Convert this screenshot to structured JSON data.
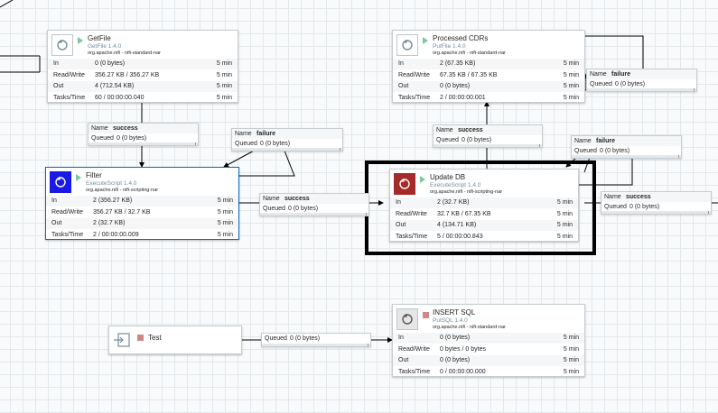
{
  "labels": {
    "in": "In",
    "read_write": "Read/Write",
    "out": "Out",
    "tasks_time": "Tasks/Time",
    "name": "Name",
    "queued": "Queued",
    "time_window": "5 min"
  },
  "processors": {
    "getfile": {
      "name": "GetFile",
      "type": "GetFile 1.4.0",
      "bundle": "org.apache.nifi - nifi-standard-nar",
      "in": "0 (0 bytes)",
      "rw": "356.27 KB / 356.27 KB",
      "out": "4 (712.54 KB)",
      "tasks": "60 / 00:00:00.040",
      "icon": "script-icon",
      "state": "running"
    },
    "filter": {
      "name": "Filter",
      "type": "ExecuteScript 1.4.0",
      "bundle": "org.apache.nifi - nifi-scripting-nar",
      "in": "2 (356.27 KB)",
      "rw": "356.27 KB / 32.7 KB",
      "out": "2 (32.7 KB)",
      "tasks": "2 / 00:00:00.009",
      "icon": "script-icon",
      "state": "running",
      "color": "#1a1ae6"
    },
    "processed": {
      "name": "Processed CDRs",
      "type": "PutFile 1.4.0",
      "bundle": "org.apache.nifi - nifi-standard-nar",
      "in": "2 (67.35 KB)",
      "rw": "67.35 KB / 67.35 KB",
      "out": "0 (0 bytes)",
      "tasks": "2 / 00:00:00.001",
      "icon": "script-icon",
      "state": "running"
    },
    "updatedb": {
      "name": "Update DB",
      "type": "ExecuteScript 1.4.0",
      "bundle": "org.apache.nifi - nifi-scripting-nar",
      "in": "2 (32.7 KB)",
      "rw": "32.7 KB / 67.35 KB",
      "out": "4 (134.71 KB)",
      "tasks": "5 / 00:00:00.843",
      "icon": "script-icon",
      "state": "running",
      "color": "#a52a2a"
    },
    "insertsql": {
      "name": "INSERT SQL",
      "type": "PutSQL 1.4.0",
      "bundle": "org.apache.nifi - nifi-standard-nar",
      "in": "0 (0 bytes)",
      "rw": "0 bytes / 0 bytes",
      "out": "0 (0 bytes)",
      "tasks": "0 / 00:00:00.000",
      "icon": "script-icon",
      "state": "stopped"
    }
  },
  "connections": {
    "getfile_success": {
      "name": "success",
      "queued": "0 (0 bytes)"
    },
    "filter_failure": {
      "name": "failure",
      "queued": "0 (0 bytes)"
    },
    "filter_success": {
      "name": "success",
      "queued": "0 (0 bytes)"
    },
    "update_success_up": {
      "name": "success",
      "queued": "0 (0 bytes)"
    },
    "update_failure": {
      "name": "failure",
      "queued": "0 (0 bytes)"
    },
    "processed_failure": {
      "name": "failure",
      "queued": "0 (0 bytes)"
    },
    "update_success_right": {
      "name": "success",
      "queued": "0 (0 bytes)"
    },
    "test_queue": {
      "queued": "0 (0 bytes)"
    }
  },
  "rpg": {
    "name": "Test",
    "icon": "input-port-icon",
    "state": "stopped"
  },
  "colors": {
    "canvas": "#f9fafb",
    "grid": "#e3e8eb",
    "run": "#7dc7a0",
    "stop": "#d18686",
    "highlight": "#000000"
  }
}
